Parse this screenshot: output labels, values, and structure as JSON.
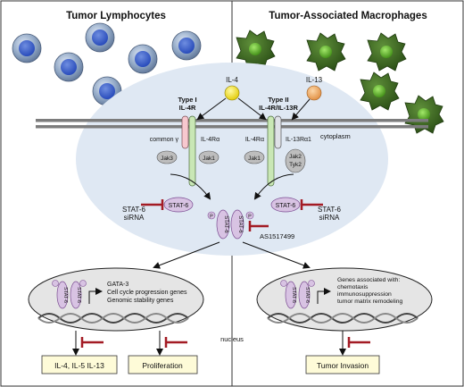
{
  "panels": {
    "left_title": "Tumor Lymphocytes",
    "right_title": "Tumor-Associated Macrophages"
  },
  "ligands": {
    "il4": "IL-4",
    "il13": "IL-13"
  },
  "receptors": {
    "type1_line1": "Type I",
    "type1_line2": "IL-4R",
    "type2_line1": "Type II",
    "type2_line2": "IL-4R/IL-13R",
    "common_gamma": "common γ",
    "il4ra_left": "IL-4Rα",
    "il4ra_right": "IL-4Rα",
    "il13ra1": "IL-13Rα1"
  },
  "kinases": {
    "jak3": "Jak3",
    "jak1_left": "Jak1",
    "jak1_right": "Jak1",
    "jak2": "Jak2",
    "tyk2": "Tyk2"
  },
  "membrane_label": "cytoplasm",
  "stat": {
    "monomer": "STAT-6",
    "dimer_label": "STAT-6",
    "phospho": "P"
  },
  "inhibitors": {
    "sirna_left_line1": "STAT-6",
    "sirna_left_line2": "siRNA",
    "sirna_right_line1": "STAT-6",
    "sirna_right_line2": "siRNA",
    "drug": "AS1517499"
  },
  "nucleus": {
    "label": "nucleus",
    "left_genes": [
      "GATA-3",
      "Cell cycle progression genes",
      "Genomic stability genes"
    ],
    "right_genes": [
      "Genes associated with:",
      "chemotaxis",
      "immunosuppression",
      "tumor matrix remodeling"
    ]
  },
  "outcomes": {
    "cytokines": "IL-4, IL-5 IL-13",
    "proliferation": "Proliferation",
    "invasion": "Tumor Invasion"
  },
  "colors": {
    "inhibitor": "#a31b24",
    "stat_fill": "#d8c3e3",
    "stat_stroke": "#7b4c92",
    "cytoplasm": "#dfe8f3",
    "nucleus": "#e5e5e5",
    "receptor": "#c9e7b5",
    "il4": "#f2e300",
    "il13": "#f0a35a",
    "outcome_box": "#fefbd8"
  }
}
